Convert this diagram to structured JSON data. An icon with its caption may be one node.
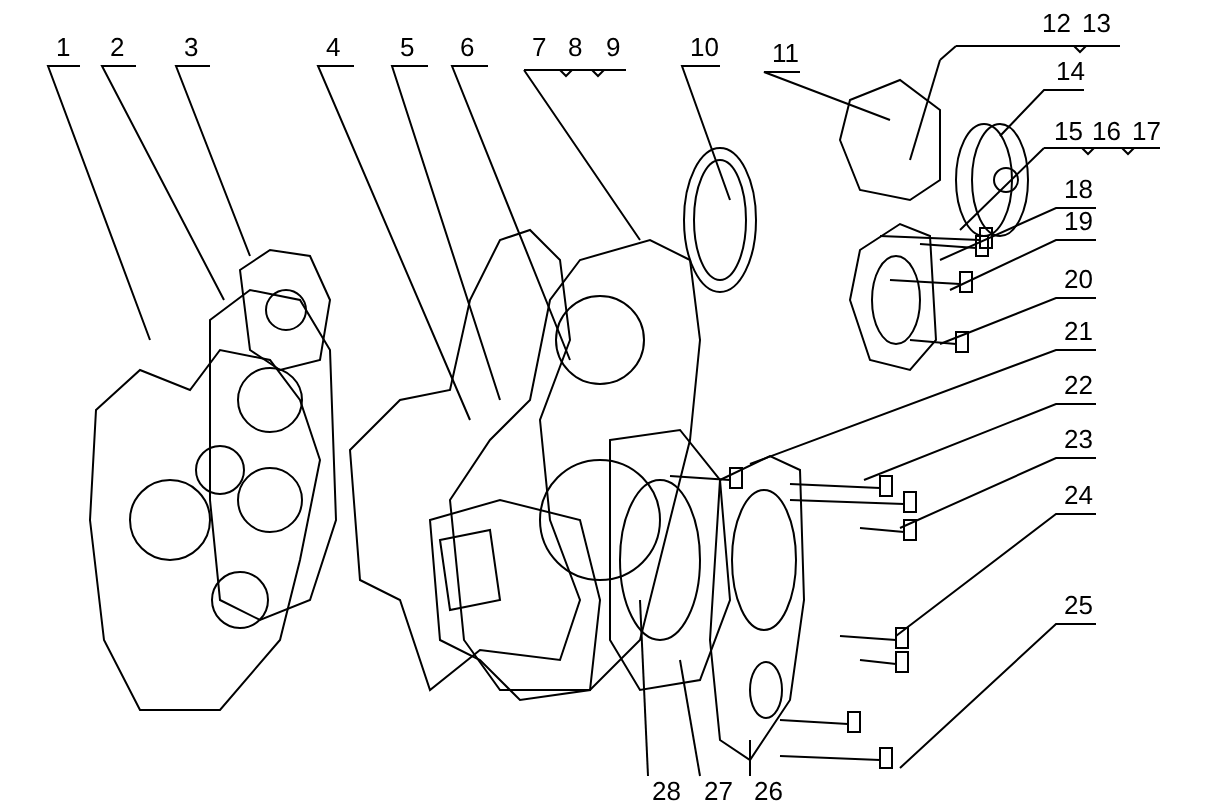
{
  "diagram": {
    "nodes": [
      {
        "text": [
          "1"
        ]
      },
      {
        "text": [
          "2"
        ]
      },
      {
        "text": [
          "3"
        ]
      },
      {
        "text": [
          "4"
        ]
      },
      {
        "text": [
          "5"
        ]
      },
      {
        "text": [
          "6"
        ]
      },
      {
        "text": [
          "7"
        ]
      },
      {
        "text": [
          "8"
        ]
      },
      {
        "text": [
          "9"
        ]
      },
      {
        "text": [
          "10"
        ]
      },
      {
        "text": [
          "11"
        ]
      },
      {
        "text": [
          "12"
        ]
      },
      {
        "text": [
          "13"
        ]
      },
      {
        "text": [
          "14"
        ]
      },
      {
        "text": [
          "15"
        ]
      },
      {
        "text": [
          "16"
        ]
      },
      {
        "text": [
          "17"
        ]
      },
      {
        "text": [
          "18"
        ]
      },
      {
        "text": [
          "19"
        ]
      },
      {
        "text": [
          "20"
        ]
      },
      {
        "text": [
          "21"
        ]
      },
      {
        "text": [
          "22"
        ]
      },
      {
        "text": [
          "23"
        ]
      },
      {
        "text": [
          "24"
        ]
      },
      {
        "text": [
          "25"
        ]
      },
      {
        "text": [
          "28"
        ]
      },
      {
        "text": [
          "27"
        ]
      },
      {
        "text": [
          "26"
        ]
      }
    ],
    "edges": [
      {
        "from": 0,
        "to": null,
        "arrow": "none"
      },
      {
        "from": 1,
        "to": null,
        "arrow": "none"
      },
      {
        "from": 2,
        "to": null,
        "arrow": "none"
      },
      {
        "from": 3,
        "to": null,
        "arrow": "none"
      },
      {
        "from": 4,
        "to": null,
        "arrow": "none"
      },
      {
        "from": 5,
        "to": null,
        "arrow": "none"
      },
      {
        "from": 6,
        "to": null,
        "arrow": "none"
      },
      {
        "from": 7,
        "to": null,
        "arrow": "none"
      },
      {
        "from": 8,
        "to": null,
        "arrow": "none"
      },
      {
        "from": 9,
        "to": null,
        "arrow": "none"
      },
      {
        "from": 10,
        "to": null,
        "arrow": "none"
      },
      {
        "from": 11,
        "to": null,
        "arrow": "none"
      },
      {
        "from": 12,
        "to": null,
        "arrow": "none"
      },
      {
        "from": 13,
        "to": null,
        "arrow": "none"
      },
      {
        "from": 14,
        "to": null,
        "arrow": "none"
      },
      {
        "from": 15,
        "to": null,
        "arrow": "none"
      },
      {
        "from": 16,
        "to": null,
        "arrow": "none"
      },
      {
        "from": 17,
        "to": null,
        "arrow": "none"
      },
      {
        "from": 18,
        "to": null,
        "arrow": "none"
      },
      {
        "from": 19,
        "to": null,
        "arrow": "none"
      },
      {
        "from": 20,
        "to": null,
        "arrow": "none"
      },
      {
        "from": 21,
        "to": null,
        "arrow": "none"
      },
      {
        "from": 22,
        "to": null,
        "arrow": "none"
      },
      {
        "from": 23,
        "to": null,
        "arrow": "none"
      },
      {
        "from": 24,
        "to": null,
        "arrow": "none"
      },
      {
        "from": 25,
        "to": null,
        "arrow": "none"
      },
      {
        "from": 26,
        "to": null,
        "arrow": "none"
      },
      {
        "from": 27,
        "to": null,
        "arrow": "none"
      }
    ]
  }
}
